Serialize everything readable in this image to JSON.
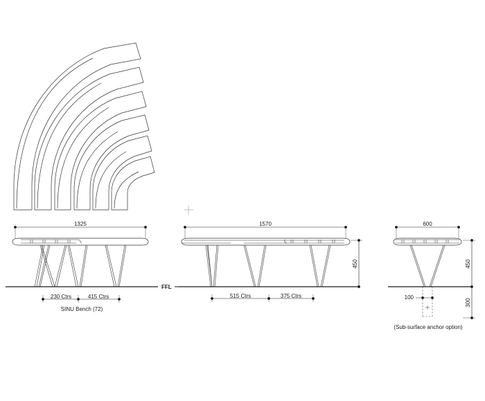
{
  "drawing": {
    "title": "SINU Bench (72)",
    "ground_label": "FFL",
    "anchor_note": "(Sub-surface anchor option)",
    "line_color": "#333333",
    "ground_color": "#1a1a1a",
    "dim_color": "#1a1a1a",
    "background": "#ffffff"
  },
  "plan_view": {
    "name": "curved-bench-plan",
    "slat_count": 6,
    "arc_sweep_degrees": 68
  },
  "front_elevation": {
    "name": "front-elevation",
    "overall_width": "1325",
    "leg_spacing_1": "230 Ctrs",
    "leg_spacing_2": "415 Ctrs",
    "caption": "SINU Bench (72)"
  },
  "side_elevation": {
    "name": "long-elevation",
    "overall_width": "1570",
    "seat_height": "450",
    "leg_spacing_1": "515 Ctrs",
    "leg_spacing_2": "375 Ctrs"
  },
  "end_elevation": {
    "name": "end-elevation",
    "overall_width": "600",
    "seat_height": "450",
    "anchor_depth": "300",
    "anchor_width": "100",
    "anchor_note": "(Sub-surface anchor option)"
  }
}
